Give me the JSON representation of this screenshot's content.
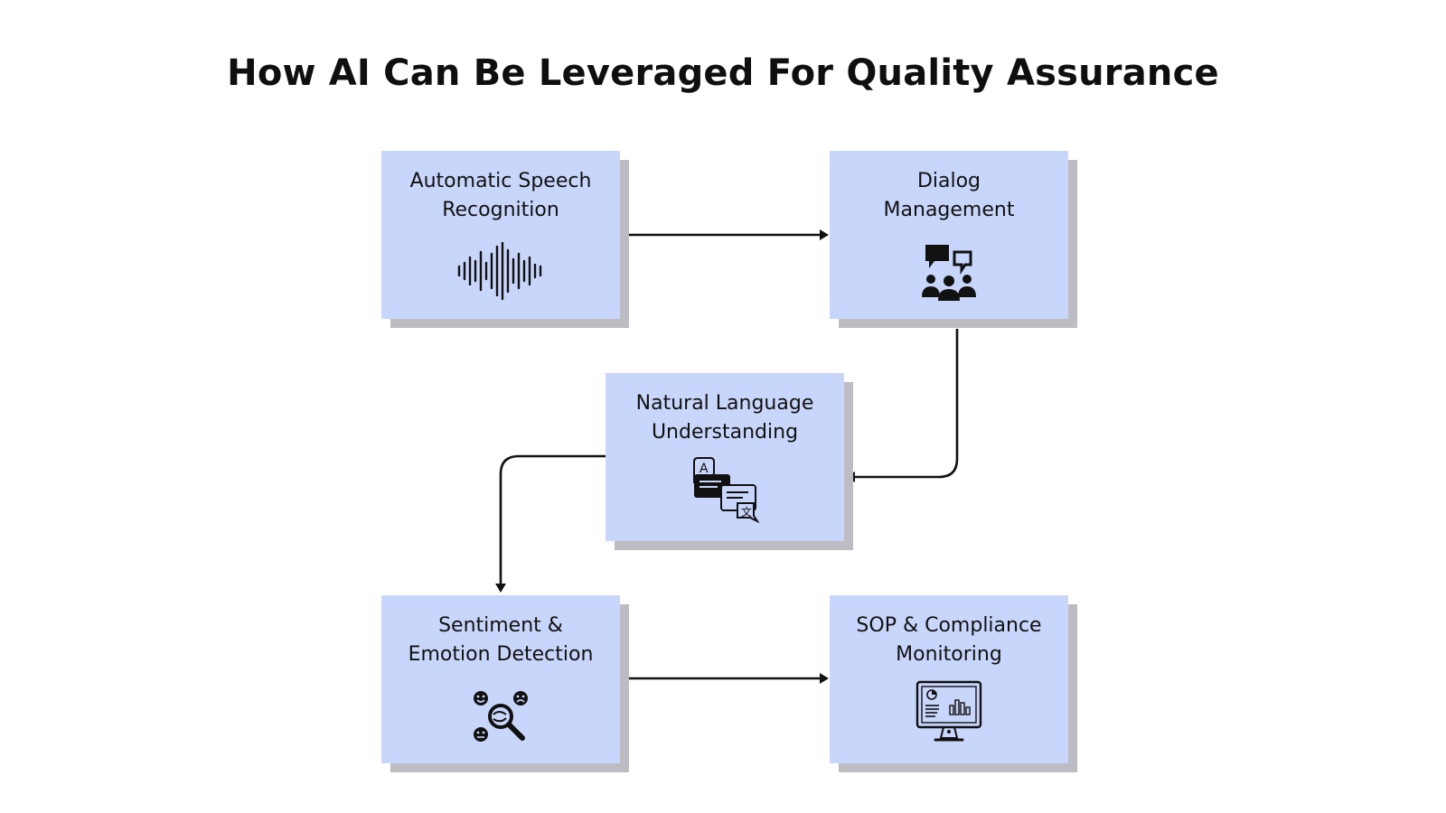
{
  "title": "How AI Can Be Leveraged For Quality Assurance",
  "colors": {
    "node_fill": "#c9d6fb",
    "shadow": "#bcbcc2",
    "line": "#111111"
  },
  "nodes": [
    {
      "id": "asr",
      "label_lines": [
        "Automatic Speech",
        "Recognition"
      ],
      "icon": "sound-wave-icon"
    },
    {
      "id": "dialog",
      "label_lines": [
        "Dialog",
        "Management"
      ],
      "icon": "group-chat-icon"
    },
    {
      "id": "nlu",
      "label_lines": [
        "Natural Language",
        "Understanding"
      ],
      "icon": "translate-chat-icon"
    },
    {
      "id": "sentiment",
      "label_lines": [
        "Sentiment &",
        "Emotion Detection"
      ],
      "icon": "emotion-search-icon"
    },
    {
      "id": "sop",
      "label_lines": [
        "SOP & Compliance",
        "Monitoring"
      ],
      "icon": "monitor-dashboard-icon"
    }
  ],
  "edges": [
    {
      "from": "asr",
      "to": "dialog"
    },
    {
      "from": "dialog",
      "to": "nlu"
    },
    {
      "from": "nlu",
      "to": "sentiment"
    },
    {
      "from": "sentiment",
      "to": "sop"
    }
  ]
}
